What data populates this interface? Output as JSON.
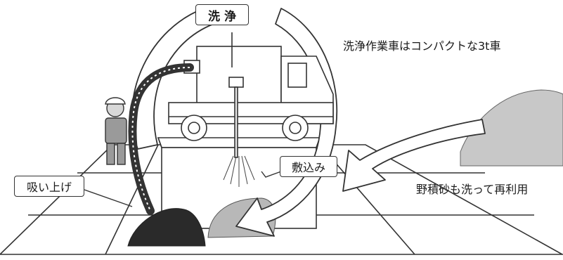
{
  "labels": {
    "wash": "洗 浄",
    "suction": "吸い上げ",
    "spread": "敷込み"
  },
  "captions": {
    "truck_note": "洗浄作業車はコンパクトな3t車",
    "reuse_note": "野積砂も洗って再利用"
  },
  "colors": {
    "line": "#333333",
    "pile_dark": "#2a2a2a",
    "pile_light": "#b8b8b8",
    "pile_right": "#c8c8c8",
    "arrow_fill": "#ffffff"
  }
}
